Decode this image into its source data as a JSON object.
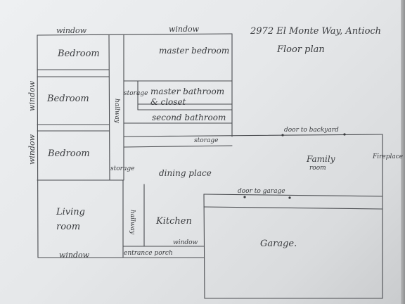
{
  "header": {
    "address": "2972 El Monte Way, Antioch",
    "subtitle": "Floor plan"
  },
  "rooms": {
    "bedroom_top": "Bedroom",
    "master_bedroom": "master bedroom",
    "bedroom_middle": "Bedroom",
    "master_bathroom_line1": "master bathroom",
    "master_bathroom_line2": "& closet",
    "second_bathroom": "second bathroom",
    "bedroom_lower": "Bedroom",
    "dining_place": "dining place",
    "family_room_line1": "Family",
    "family_room_line2": "room",
    "living_room_line1": "Living",
    "living_room_line2": "room",
    "kitchen": "Kitchen",
    "garage": "Garage."
  },
  "annotations": {
    "window_top_left": "window",
    "window_top_right": "window",
    "window_left_upper": "window",
    "window_left_lower": "window",
    "window_bottom": "window",
    "window_kitchen": "window",
    "storage_upper": "storage",
    "storage_lower": "storage",
    "storage_hall": "storage",
    "hallway_upper": "hallway",
    "hallway_lower": "hallway",
    "door_to_backyard": "door to backyard",
    "door_to_garage": "door to garage",
    "fireplace": "Fireplace",
    "entrance_porch": "entrance porch"
  },
  "colors": {
    "pencil": "#3a3c3f",
    "paper": "#e8eaec"
  }
}
